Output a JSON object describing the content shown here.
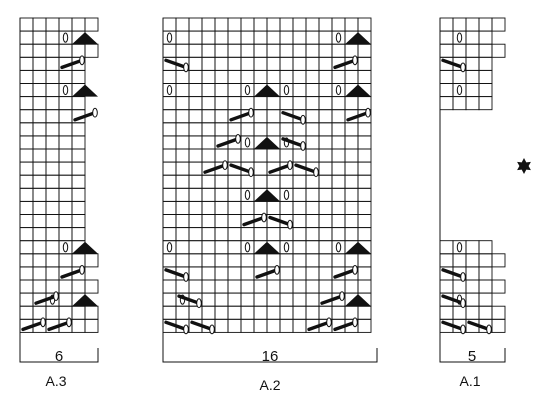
{
  "charts": [
    {
      "id": "A.3",
      "name": "A.3",
      "stitch_count": "6",
      "cols": 6,
      "rows": 24
    },
    {
      "id": "A.2",
      "name": "A.2",
      "stitch_count": "16",
      "cols": 16,
      "rows": 24
    },
    {
      "id": "A.1",
      "name": "A.1",
      "stitch_count": "5",
      "cols": 5,
      "rows": 24
    }
  ],
  "side_symbol": "star-icon"
}
